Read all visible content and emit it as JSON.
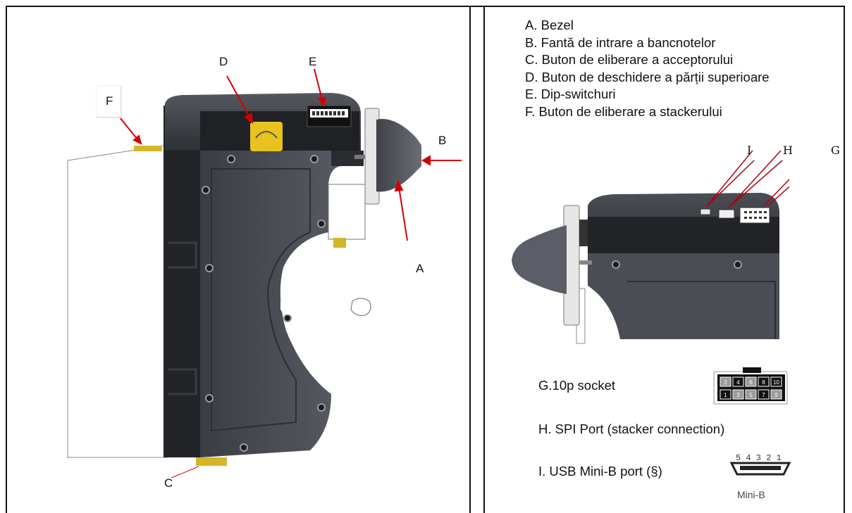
{
  "callouts": {
    "a": "A",
    "b": "B",
    "c": "C",
    "d": "D",
    "e": "E",
    "f": "F",
    "g": "G",
    "h": "H",
    "i": "I"
  },
  "legend": [
    "A. Bezel",
    "B. Fantă de intrare a bancnotelor",
    "C. Buton de eliberare a acceptorului",
    "D. Buton de deschidere a părții superioare",
    "E. Dip-switchuri",
    "F. Buton de eliberare a stackerului"
  ],
  "ports": {
    "g_label": "G.10p socket",
    "h_label": "H. SPI Port (stacker connection)",
    "i_label": "I. USB Mini-B port (§)",
    "socket_pins_top": [
      "2",
      "4",
      "6",
      "8",
      "10"
    ],
    "socket_pins_bottom": [
      "1",
      "3",
      "5",
      "7",
      "9"
    ],
    "usb_pins": "5 4 3 2 1",
    "usb_caption": "Mini-B"
  }
}
